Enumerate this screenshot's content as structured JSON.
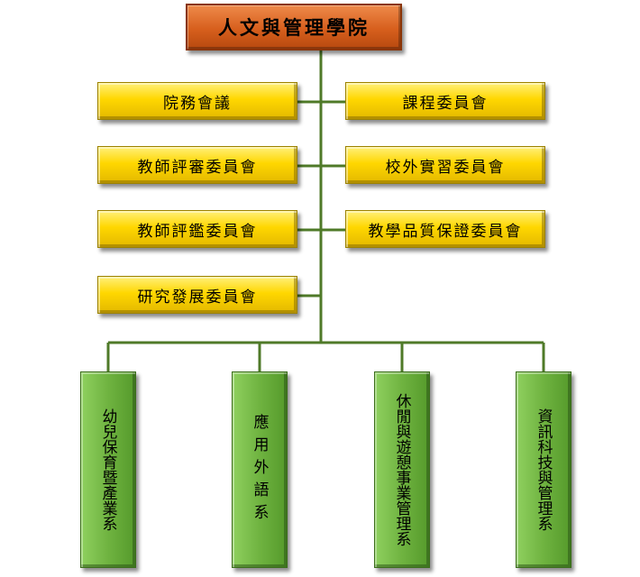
{
  "root": {
    "label": "人文與管理學院"
  },
  "committees_left": [
    {
      "label": "院務會議"
    },
    {
      "label": "教師評審委員會"
    },
    {
      "label": "教師評鑑委員會"
    },
    {
      "label": "研究發展委員會"
    }
  ],
  "committees_right": [
    {
      "label": "課程委員會"
    },
    {
      "label": "校外實習委員會"
    },
    {
      "label": "教學品質保證委員會"
    }
  ],
  "departments": [
    {
      "label": "幼兒保育暨產業系"
    },
    {
      "label": "應用外語系"
    },
    {
      "label": "休閒與遊憩事業管理系"
    },
    {
      "label": "資訊科技與管理系"
    }
  ],
  "colors": {
    "root": "#d75f1d",
    "committee": "#ffd700",
    "department": "#6fb340",
    "connector": "#4f7a28"
  }
}
